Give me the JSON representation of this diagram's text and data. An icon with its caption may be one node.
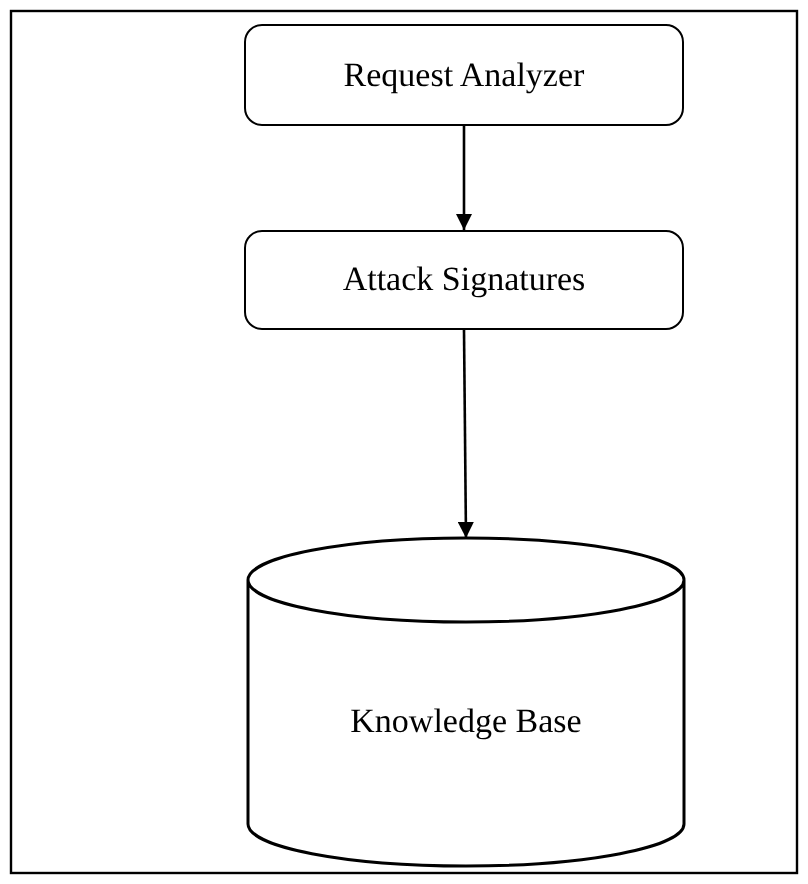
{
  "diagram": {
    "nodes": [
      {
        "text": [
          "Request Analyzer"
        ]
      },
      {
        "text": [
          "Attack Signatures"
        ]
      },
      {
        "text": [
          "Knowledge Base"
        ]
      }
    ],
    "edges": [
      {
        "from": 0,
        "to": 1,
        "arrow": "to"
      },
      {
        "from": 1,
        "to": 2,
        "arrow": "to"
      }
    ]
  }
}
